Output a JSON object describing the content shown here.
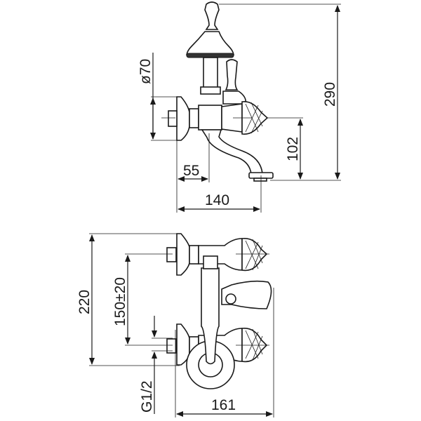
{
  "side_view": {
    "dimensions": {
      "diameter": "ø70",
      "total_height": "290",
      "spout_height": "102",
      "spout_offset": "55",
      "projection": "140"
    }
  },
  "front_view": {
    "dimensions": {
      "height": "220",
      "centers": "150±20",
      "connection": "G1/2",
      "width": "161"
    }
  }
}
